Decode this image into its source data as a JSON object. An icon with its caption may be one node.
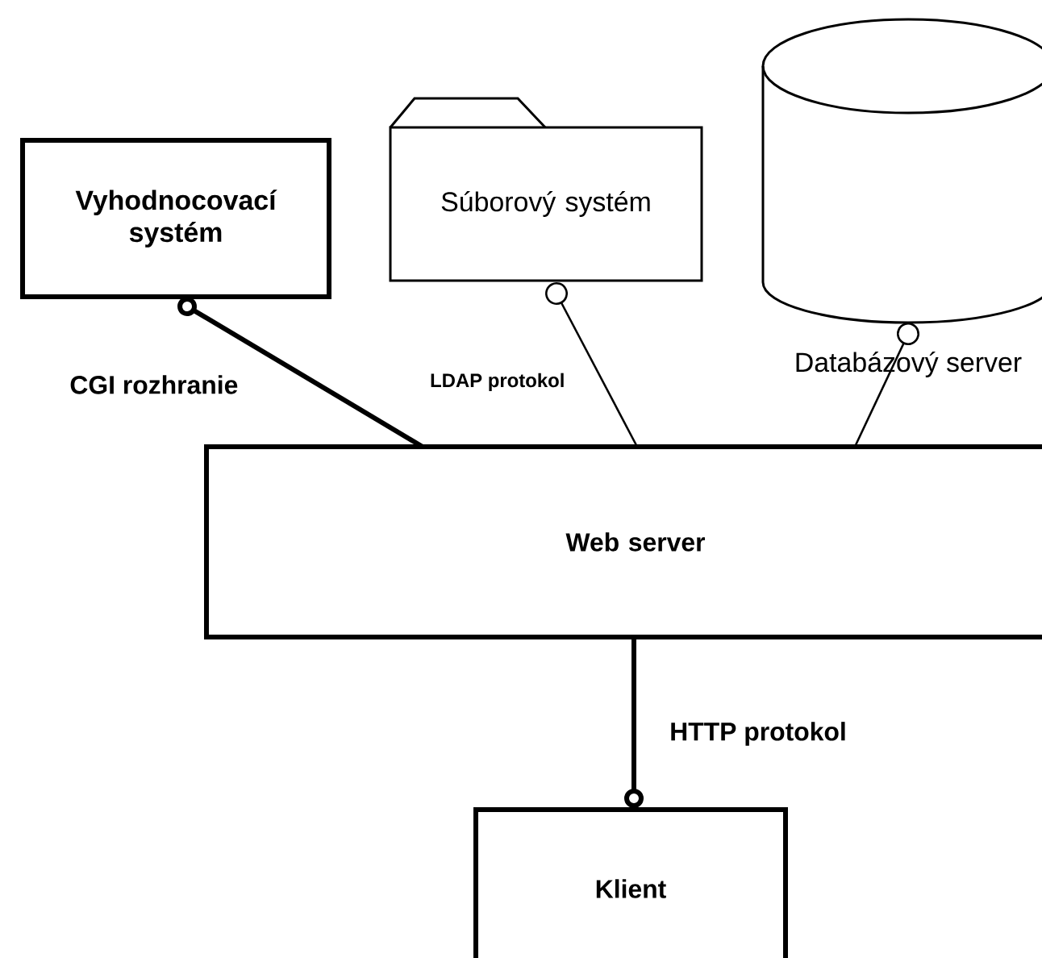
{
  "diagram": {
    "nodes": [
      {
        "text": [
          "Vyhodnocovací systém"
        ]
      },
      {
        "text": [
          "Súborový systém"
        ]
      },
      {
        "text": [
          "Databázový server"
        ]
      },
      {
        "text": [
          "Web server"
        ]
      },
      {
        "text": [
          "Klient"
        ]
      }
    ],
    "edges": [
      {
        "from": 3,
        "to": 0,
        "arrow": "other",
        "label": "CGI rozhranie",
        "style": "thick"
      },
      {
        "from": 3,
        "to": 1,
        "arrow": "other",
        "label": "LDAP protokol"
      },
      {
        "from": 3,
        "to": 2,
        "arrow": "other"
      },
      {
        "from": 3,
        "to": 4,
        "arrow": "other",
        "label": "HTTP protokol",
        "style": "thick"
      }
    ]
  }
}
